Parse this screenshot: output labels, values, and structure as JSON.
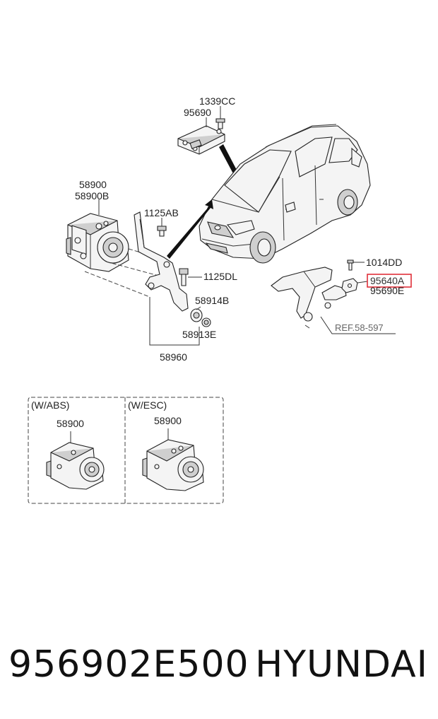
{
  "labels": {
    "l1339cc": "1339CC",
    "l95690": "95690",
    "l58900": "58900",
    "l58900b": "58900B",
    "l1125ab": "1125AB",
    "l1125dl": "1125DL",
    "l58914b": "58914B",
    "l58913e": "58913E",
    "l58960": "58960",
    "l1014dd": "1014DD",
    "l95640a": "95640A",
    "l95690e": "95690E",
    "ref": "REF.58-597"
  },
  "variants": [
    {
      "title": "(W/ABS)",
      "part": "58900"
    },
    {
      "title": "(W/ESC)",
      "part": "58900"
    }
  ],
  "footer": {
    "part_number": "956902E500",
    "brand": "HYUNDAI"
  },
  "colors": {
    "highlight": "#e0303a",
    "ink": "#222222",
    "reference": "#666666"
  }
}
